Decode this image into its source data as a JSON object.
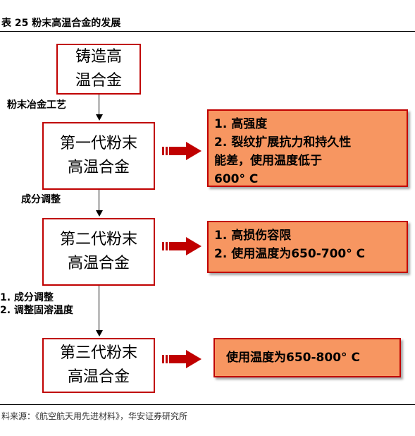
{
  "title": "表 25 粉末高温合金的发展",
  "casting_box": {
    "line1": "铸造高",
    "line2": "温合金"
  },
  "process_label": "粉末冶金工艺",
  "gen1": {
    "line1": "第一代粉末",
    "line2": "高温合金"
  },
  "gen1_notes": {
    "line1": "1. 高强度",
    "line2": "2. 裂纹扩展抗力和持久性",
    "line3": "能差，使用温度低于",
    "line4": "600° C"
  },
  "adjust1_label": "成分调整",
  "gen2": {
    "line1": "第二代粉末",
    "line2": "高温合金"
  },
  "gen2_notes": {
    "line1": "1. 高损伤容限",
    "line2": "2. 使用温度为650-700° C"
  },
  "adjust2_labels": {
    "line1": "1. 成分调整",
    "line2": "2. 调整固溶温度"
  },
  "gen3": {
    "line1": "第三代粉末",
    "line2": "高温合金"
  },
  "gen3_notes": {
    "line1": "使用温度为650-800° C"
  },
  "source": "料来源：《航空航天用先进材料》，华安证券研究所",
  "colors": {
    "box_border": "#c00000",
    "note_fill": "#f79661",
    "arrow": "#c00000"
  }
}
